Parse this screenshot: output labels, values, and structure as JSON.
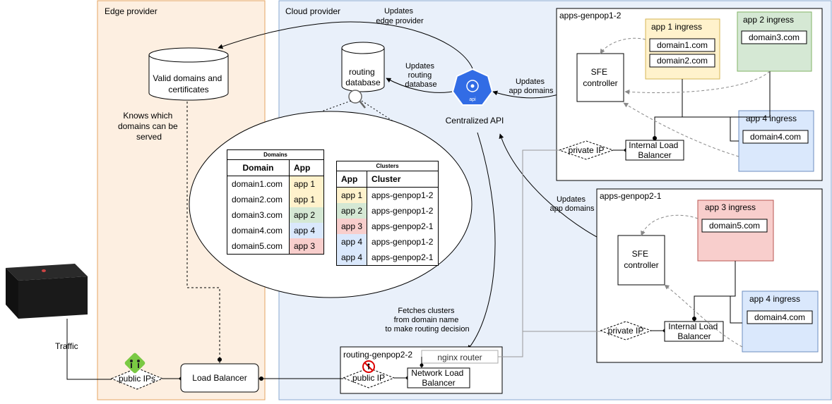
{
  "regions": {
    "edge": "Edge provider",
    "cloud": "Cloud provider"
  },
  "edge": {
    "db_label": "Valid domains and\ncertificates",
    "knows_note": "Knows which\ndomains can be\nserved",
    "traffic": "Traffic",
    "public_ips": "public IPs",
    "load_balancer": "Load Balancer"
  },
  "routing": {
    "db_label": "routing\ndatabase",
    "updates_routing": "Updates\nrouting\ndatabase",
    "updates_edge": "Updates\nedge provider",
    "api_icon_text": "api",
    "api_label": "Centralized API",
    "fetches_note": "Fetches clusters\nfrom domain name\nto make routing decision",
    "updates_app_domains_1": "Updates\napp domains",
    "updates_app_domains_2": "Updates\napp domains"
  },
  "domains_table": {
    "caption": "Domains",
    "headers": [
      "Domain",
      "App"
    ],
    "rows": [
      [
        "domain1.com",
        "app 1"
      ],
      [
        "domain2.com",
        "app 1"
      ],
      [
        "domain3.com",
        "app 2"
      ],
      [
        "domain4.com",
        "app 4"
      ],
      [
        "domain5.com",
        "app 3"
      ]
    ]
  },
  "clusters_table": {
    "caption": "Clusters",
    "headers": [
      "App",
      "Cluster"
    ],
    "rows": [
      [
        "app 1",
        "apps-genpop1-2"
      ],
      [
        "app 2",
        "apps-genpop1-2"
      ],
      [
        "app 3",
        "apps-genpop2-1"
      ],
      [
        "app 4",
        "apps-genpop1-2"
      ],
      [
        "app 4",
        "apps-genpop2-1"
      ]
    ]
  },
  "cluster1": {
    "title": "apps-genpop1-2",
    "sfe": "SFE\ncontroller",
    "private_ip": "private IP",
    "ilb": "Internal Load\nBalancer",
    "app1": {
      "title": "app 1 ingress",
      "domains": [
        "domain1.com",
        "domain2.com"
      ]
    },
    "app2": {
      "title": "app 2 ingress",
      "domains": [
        "domain3.com"
      ]
    },
    "app4": {
      "title": "app 4 ingress",
      "domains": [
        "domain4.com"
      ]
    }
  },
  "cluster2": {
    "title": "apps-genpop2-1",
    "sfe": "SFE\ncontroller",
    "private_ip": "private IP",
    "ilb": "Internal Load\nBalancer",
    "app3": {
      "title": "app 3 ingress",
      "domains": [
        "domain5.com"
      ]
    },
    "app4": {
      "title": "app 4 ingress",
      "domains": [
        "domain4.com"
      ]
    }
  },
  "routing_cluster": {
    "title": "routing-genpop2-2",
    "nginx": "nginx router",
    "public_ip": "public IP",
    "nlb": "Network Load\nBalancer"
  },
  "colors": {
    "edge_fill": "#fdefe1",
    "edge_stroke": "#e5a463",
    "cloud_fill": "#e9f0fa",
    "cloud_stroke": "#8aa8d2",
    "app1": "#fff2cc",
    "app2": "#d5e8d4",
    "app3": "#f8cecc",
    "app4": "#dae8fc",
    "api_blue": "#326ce5"
  }
}
